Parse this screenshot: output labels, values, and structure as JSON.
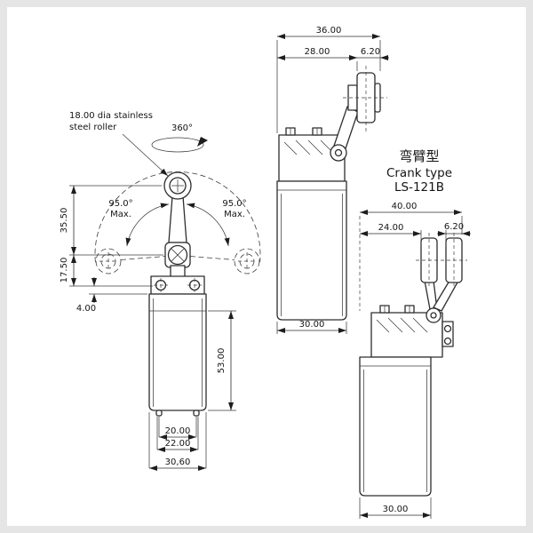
{
  "title_block": {
    "cn": "弯臂型",
    "en": "Crank type",
    "model": "LS-121B"
  },
  "front_view": {
    "note_line1": "18.00 dia stainless",
    "note_line2": "steel roller",
    "rotation": "360°",
    "swing_angle_left": "95.0°",
    "swing_max_left": "Max.",
    "swing_angle_right": "95.0°",
    "swing_max_right": "Max.",
    "dim_roller_to_pivot": "35.50",
    "dim_pivot_to_holes": "17.50",
    "dim_plate_thickness": "4.00",
    "dim_body_height": "53.00",
    "dim_width_inner": "20.00",
    "dim_width_mid": "22.00",
    "dim_width_outer": "30,60"
  },
  "side_view_top": {
    "dim_overall": "36.00",
    "dim_to_roller": "28.00",
    "dim_roller_width": "6.20",
    "dim_body_depth": "30.00"
  },
  "side_view_bottom": {
    "dim_overall": "40.00",
    "dim_to_roller": "24.00",
    "dim_roller_width": "6.20",
    "dim_body_depth": "30.00"
  }
}
